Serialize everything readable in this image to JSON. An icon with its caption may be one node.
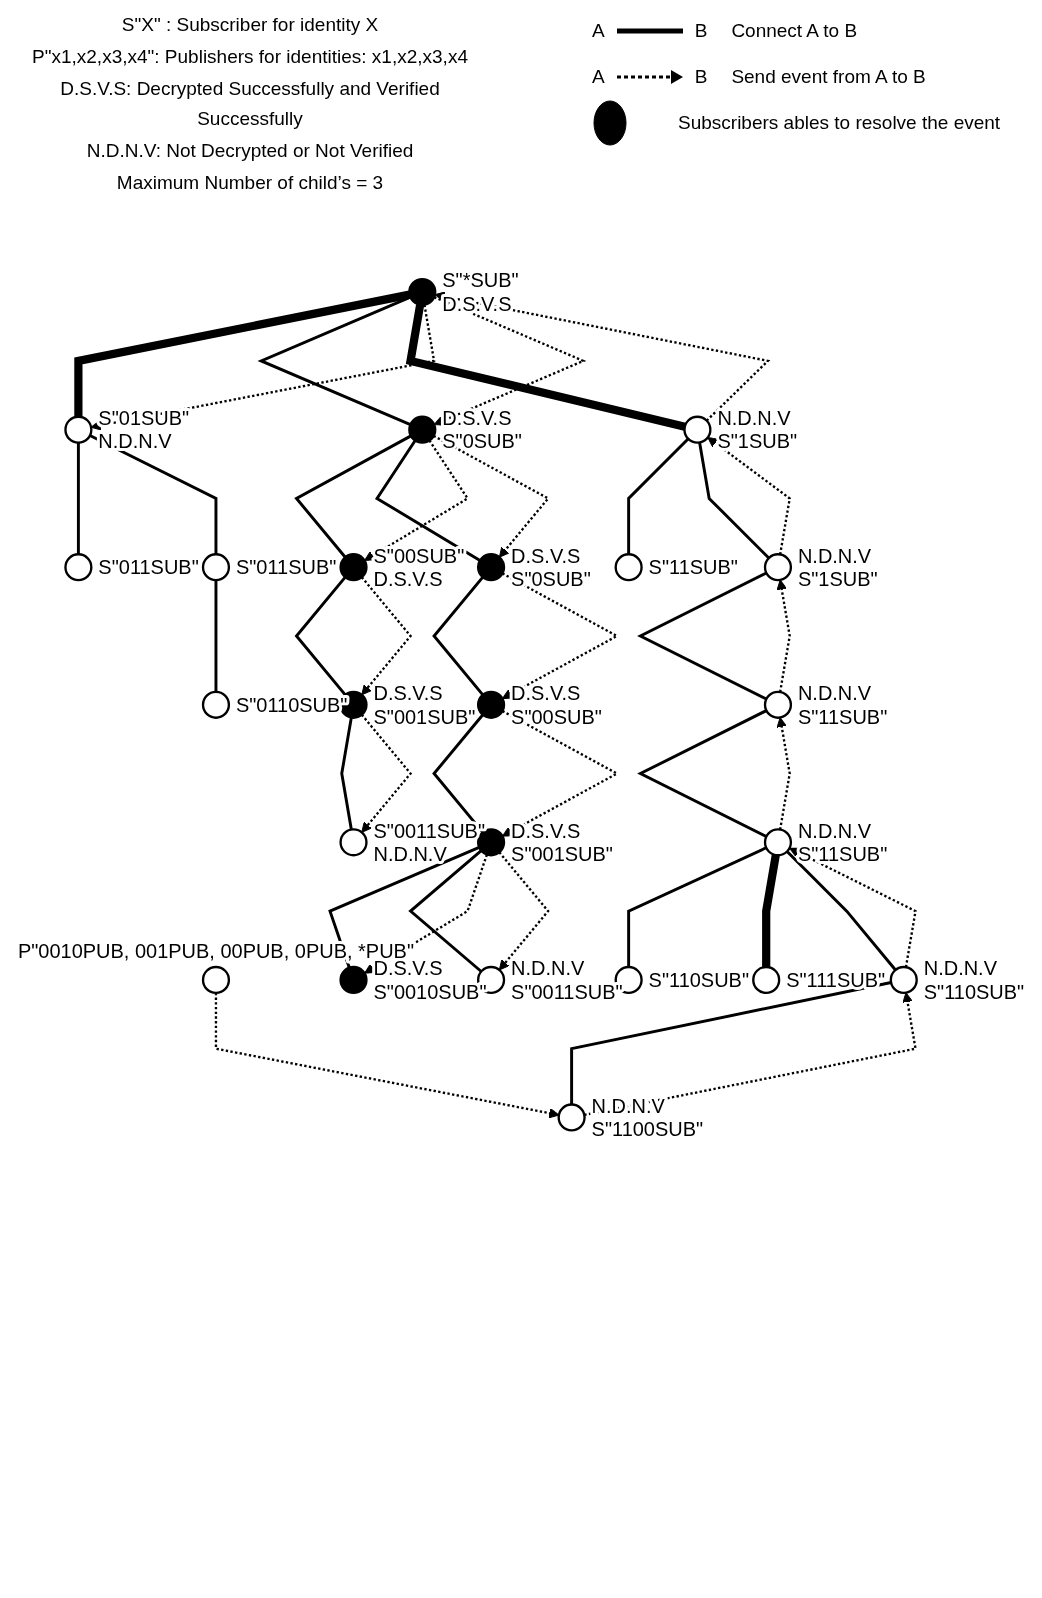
{
  "diagram": {
    "nodes": [
      {
        "text": [],
        "shape": "circle",
        "beside": [
          "P\"0010PUB, 001PUB, 00PUB, 0PUB, *PUB\""
        ]
      },
      {
        "text": [],
        "shape": "circle",
        "beside": [
          "S\"*SUB\"",
          "D.S.V.S"
        ]
      },
      {
        "text": [],
        "shape": "circle",
        "beside": [
          "S\"01SUB\"",
          "N.D.N.V"
        ]
      },
      {
        "text": [],
        "shape": "circle",
        "beside": [
          "N.D.N.V",
          "S\"1SUB\""
        ]
      },
      {
        "text": [],
        "shape": "circle",
        "beside": [
          "D.S.V.S",
          "S\"0SUB\""
        ]
      },
      {
        "text": [],
        "shape": "circle",
        "beside": [
          "N.D.N.V",
          "S\"1SUB\""
        ]
      },
      {
        "text": [],
        "shape": "circle",
        "beside": [
          "S\"11SUB\""
        ]
      },
      {
        "text": [],
        "shape": "circle",
        "beside": [
          "S\"011SUB\""
        ]
      },
      {
        "text": [],
        "shape": "circle",
        "beside": [
          "S\"00SUB\"",
          "D.S.V.S"
        ]
      },
      {
        "text": [],
        "shape": "circle",
        "beside": [
          "D.S.V.S",
          "S\"0SUB\""
        ]
      },
      {
        "text": [],
        "shape": "circle",
        "beside": [
          "N.D.N.V",
          "S\"11SUB\""
        ]
      },
      {
        "text": [],
        "shape": "circle",
        "beside": [
          "S\"011SUB\""
        ]
      },
      {
        "text": [],
        "shape": "circle",
        "beside": [
          "D.S.V.S",
          "S\"00SUB\""
        ]
      },
      {
        "text": [],
        "shape": "circle",
        "beside": [
          "D.S.V.S",
          "S\"001SUB\""
        ]
      },
      {
        "text": [],
        "shape": "circle",
        "beside": [
          "N.D.N.V",
          "S\"11SUB\""
        ]
      },
      {
        "text": [],
        "shape": "circle",
        "beside": [
          "S\"0110SUB\""
        ]
      },
      {
        "text": [],
        "shape": "circle",
        "beside": [
          "D.S.V.S",
          "S\"001SUB\""
        ]
      },
      {
        "text": [],
        "shape": "circle",
        "beside": [
          "S\"110SUB\""
        ]
      },
      {
        "text": [],
        "shape": "circle",
        "beside": [
          "S\"111SUB\""
        ]
      },
      {
        "text": [],
        "shape": "circle",
        "beside": [
          "S\"0011SUB\"",
          "N.D.N.V"
        ]
      },
      {
        "text": [],
        "shape": "circle",
        "beside": [
          "N.D.N.V",
          "S\"0011SUB\""
        ]
      },
      {
        "text": [],
        "shape": "circle",
        "beside": [
          "N.D.N.V",
          "S\"110SUB\""
        ]
      },
      {
        "text": [],
        "shape": "circle",
        "beside": [
          "D.S.V.S",
          "S\"0010SUB\""
        ]
      },
      {
        "text": [],
        "shape": "circle",
        "beside": [
          "N.D.N.V",
          "S\"1100SUB\""
        ]
      }
    ],
    "edges": [
      {
        "from": 1,
        "to": 2,
        "arrow": "none",
        "style": "thick"
      },
      {
        "from": 1,
        "to": 4,
        "arrow": "none"
      },
      {
        "from": 1,
        "to": 3,
        "arrow": "none",
        "style": "thick"
      },
      {
        "from": 2,
        "to": 7,
        "arrow": "none"
      },
      {
        "from": 2,
        "to": 11,
        "arrow": "none"
      },
      {
        "from": 4,
        "to": 8,
        "arrow": "none"
      },
      {
        "from": 4,
        "to": 9,
        "arrow": "none"
      },
      {
        "from": 3,
        "to": 6,
        "arrow": "none"
      },
      {
        "from": 3,
        "to": 5,
        "arrow": "none"
      },
      {
        "from": 5,
        "to": 10,
        "arrow": "none"
      },
      {
        "from": 8,
        "to": 13,
        "arrow": "none"
      },
      {
        "from": 9,
        "to": 12,
        "arrow": "none"
      },
      {
        "from": 10,
        "to": 14,
        "arrow": "none"
      },
      {
        "from": 11,
        "to": 15,
        "arrow": "none"
      },
      {
        "from": 13,
        "to": 19,
        "arrow": "none"
      },
      {
        "from": 12,
        "to": 16,
        "arrow": "none"
      },
      {
        "from": 14,
        "to": 17,
        "arrow": "none"
      },
      {
        "from": 14,
        "to": 18,
        "arrow": "none",
        "style": "thick"
      },
      {
        "from": 14,
        "to": 21,
        "arrow": "none"
      },
      {
        "from": 16,
        "to": 22,
        "arrow": "none"
      },
      {
        "from": 16,
        "to": 20,
        "arrow": "none"
      },
      {
        "from": 21,
        "to": 23,
        "arrow": "none"
      },
      {
        "from": 1,
        "to": 2,
        "arrow": "to",
        "style": "dashed"
      },
      {
        "from": 1,
        "to": 4,
        "arrow": "to",
        "style": "dashed"
      },
      {
        "from": 3,
        "to": 1,
        "arrow": "to",
        "style": "dashed"
      },
      {
        "from": 4,
        "to": 8,
        "arrow": "to",
        "style": "dashed"
      },
      {
        "from": 4,
        "to": 9,
        "arrow": "to",
        "style": "dashed"
      },
      {
        "from": 5,
        "to": 3,
        "arrow": "to",
        "style": "dashed"
      },
      {
        "from": 10,
        "to": 5,
        "arrow": "to",
        "style": "dashed"
      },
      {
        "from": 14,
        "to": 10,
        "arrow": "to",
        "style": "dashed"
      },
      {
        "from": 21,
        "to": 14,
        "arrow": "to",
        "style": "dashed"
      },
      {
        "from": 23,
        "to": 21,
        "arrow": "to",
        "style": "dashed"
      },
      {
        "from": 0,
        "to": 23,
        "arrow": "to",
        "style": "dashed"
      },
      {
        "from": 8,
        "to": 13,
        "arrow": "to",
        "style": "dashed"
      },
      {
        "from": 13,
        "to": 19,
        "arrow": "to",
        "style": "dashed"
      },
      {
        "from": 9,
        "to": 12,
        "arrow": "to",
        "style": "dashed"
      },
      {
        "from": 12,
        "to": 16,
        "arrow": "to",
        "style": "dashed"
      },
      {
        "from": 16,
        "to": 22,
        "arrow": "to",
        "style": "dashed"
      },
      {
        "from": 16,
        "to": 20,
        "arrow": "to",
        "style": "dashed"
      }
    ],
    "labels": [
      "S\"X\" : Subscriber for identity X",
      "P\"x1,x2,x3,x4\": Publishers for identities: x1,x2,x3,x4",
      "D.S.V.S: Decrypted Successfully and Verified Successfully",
      "N.D.N.V: Not Decrypted or Not Verified",
      "Maximum Number of child’s = 3",
      "A",
      "B",
      "A",
      "B"
    ],
    "legend": [
      {
        "text": "Connect A to B"
      },
      {
        "text": "Send event from A to B"
      },
      {
        "text": "Subscribers ables to resolve the event",
        "color": "#000000"
      }
    ]
  }
}
